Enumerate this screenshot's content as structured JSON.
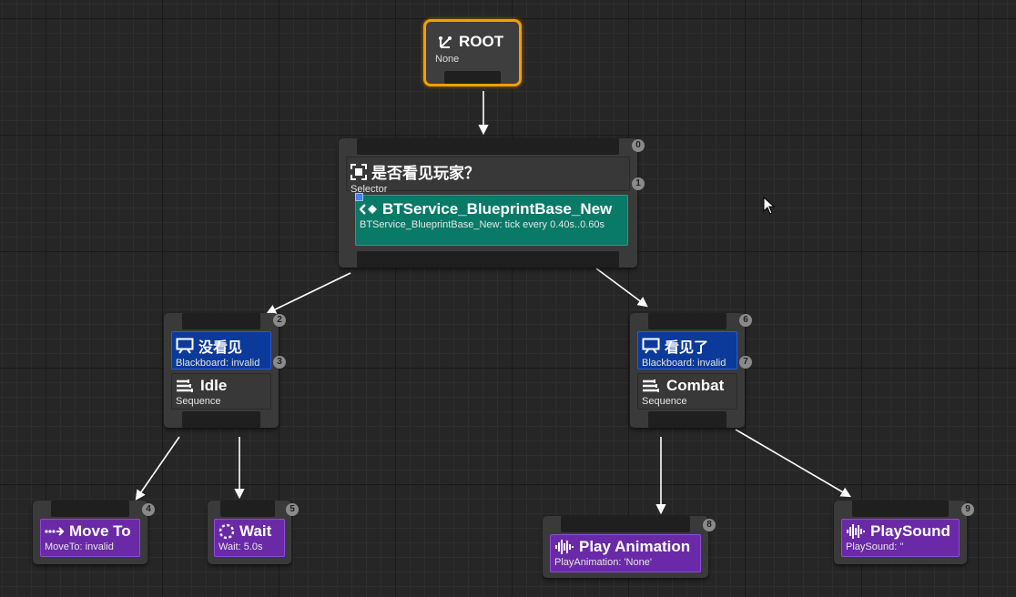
{
  "root": {
    "title": "ROOT",
    "subtitle": "None"
  },
  "selector": {
    "index": "0",
    "title": "是否看见玩家？",
    "subtitle": "Selector",
    "service": {
      "index": "1",
      "title": "BTService_BlueprintBase_New",
      "subtitle": "BTService_BlueprintBase_New: tick every 0.40s..0.60s"
    }
  },
  "idle_branch": {
    "decorator": {
      "index": "2",
      "title": "没看见",
      "subtitle": "Blackboard: invalid"
    },
    "sequence": {
      "index": "3",
      "title": "Idle",
      "subtitle": "Sequence"
    }
  },
  "combat_branch": {
    "decorator": {
      "index": "6",
      "title": "看见了",
      "subtitle": "Blackboard: invalid"
    },
    "sequence": {
      "index": "7",
      "title": "Combat",
      "subtitle": "Sequence"
    }
  },
  "tasks": {
    "move_to": {
      "index": "4",
      "title": "Move To",
      "subtitle": "MoveTo: invalid"
    },
    "wait": {
      "index": "5",
      "title": "Wait",
      "subtitle": "Wait: 5.0s"
    },
    "play_animation": {
      "index": "8",
      "title": "Play Animation",
      "subtitle": "PlayAnimation: 'None'"
    },
    "play_sound": {
      "index": "9",
      "title": "PlaySound",
      "subtitle": "PlaySound: ''"
    }
  },
  "colors": {
    "root_border": "#f0a000",
    "decorator": "#0b3a9a",
    "service": "#0a7a68",
    "task": "#6a2aa8",
    "node_body": "#3a3a3a"
  }
}
